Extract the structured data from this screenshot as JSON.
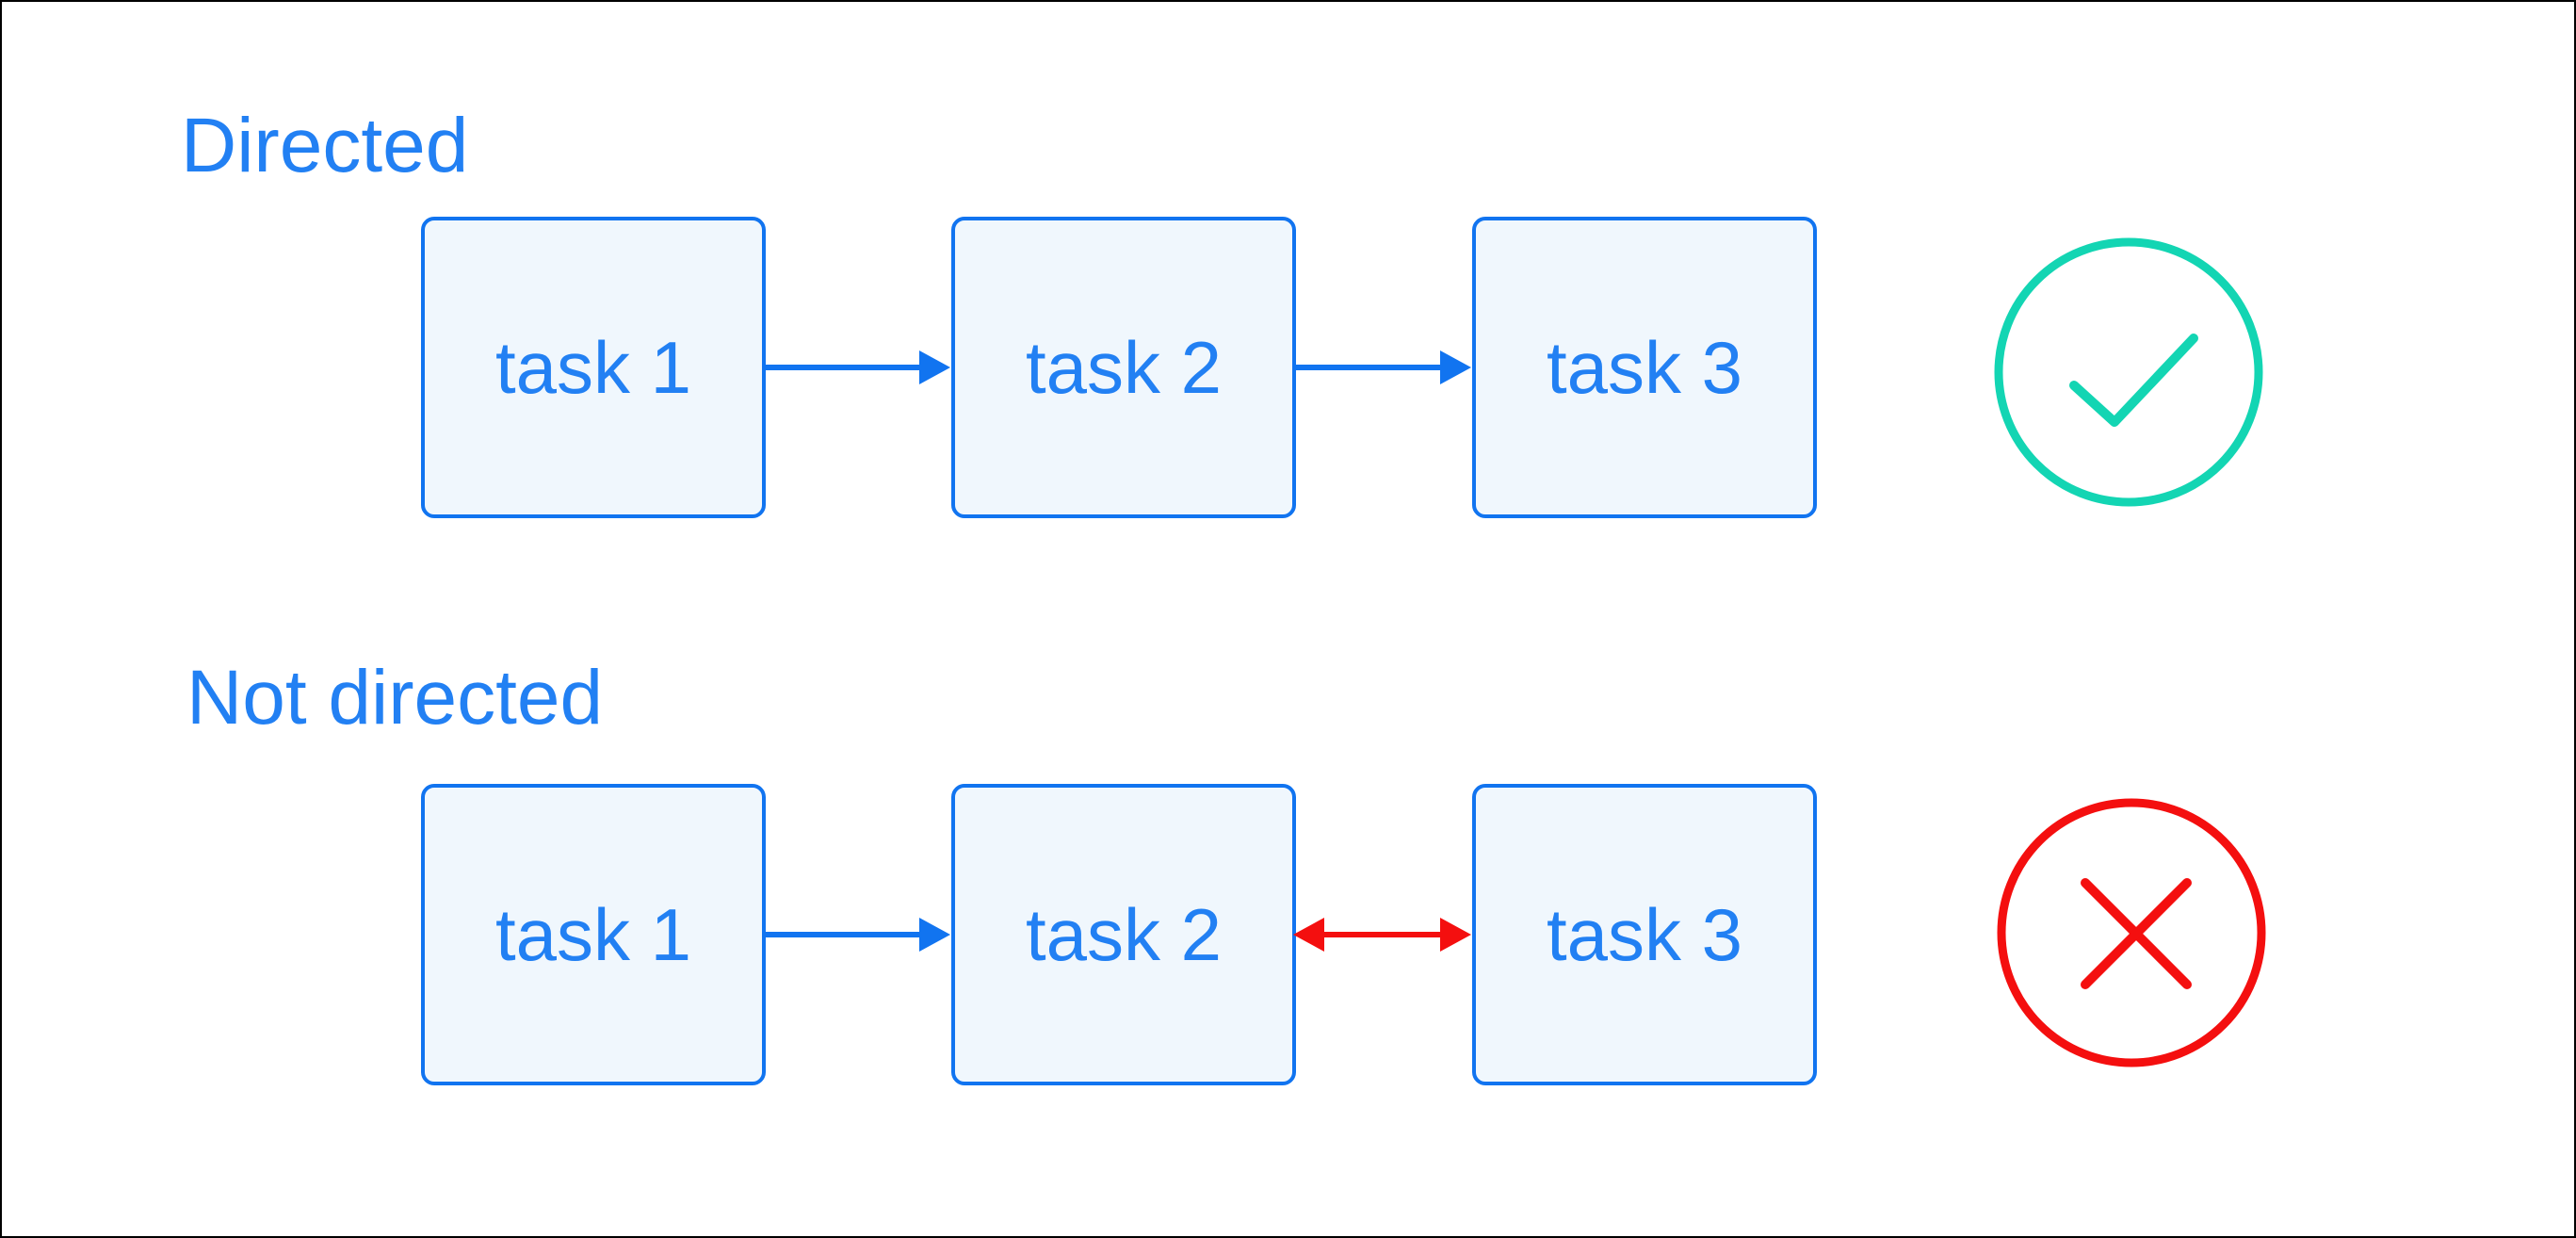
{
  "frame": {
    "background": "#ffffff",
    "border_color": "#000000"
  },
  "colors": {
    "blue": "#1174f0",
    "text_blue": "#2280f3",
    "box_fill": "#f0f7fd",
    "green": "#13d5b3",
    "red": "#f40f0f",
    "frame": "#000000"
  },
  "sections": [
    {
      "label": "Directed",
      "nodes": [
        "task 1",
        "task 2",
        "task 3"
      ],
      "edges": [
        {
          "from": "task 1",
          "to": "task 2",
          "style": "directed",
          "color": "blue"
        },
        {
          "from": "task 2",
          "to": "task 3",
          "style": "directed",
          "color": "blue"
        }
      ],
      "verdict": "valid",
      "verdict_icon": "check-circle"
    },
    {
      "label": "Not directed",
      "nodes": [
        "task 1",
        "task 2",
        "task 3"
      ],
      "edges": [
        {
          "from": "task 1",
          "to": "task 2",
          "style": "directed",
          "color": "blue"
        },
        {
          "from": "task 2",
          "to": "task 3",
          "style": "bidirectional",
          "color": "red"
        }
      ],
      "verdict": "invalid",
      "verdict_icon": "cross-circle"
    }
  ]
}
